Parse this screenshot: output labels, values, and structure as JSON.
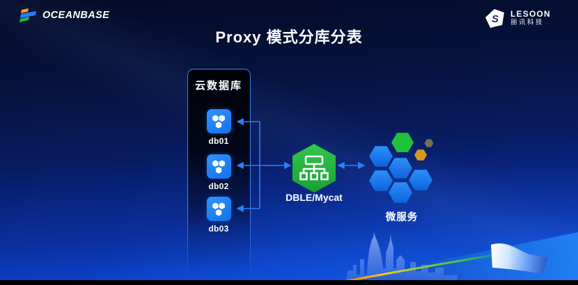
{
  "slide": {
    "title": "Proxy 模式分库分表"
  },
  "header": {
    "oceanbase": {
      "text": "OCEANBASE"
    },
    "lesoon": {
      "name": "LESOON",
      "subtitle": "丽讯科技",
      "glyph": "S"
    }
  },
  "diagram": {
    "cloud_panel": {
      "title": "云数据库",
      "databases": [
        "db01",
        "db02",
        "db03"
      ]
    },
    "proxy": {
      "label": "DBLE/Mycat"
    },
    "microservices": {
      "label": "微服务"
    }
  },
  "icons": {
    "oceanbase_mark": "three-layer-flag",
    "lesoon_mark": "folded-s-arrow",
    "database": "hexagon-cluster-in-blue-square",
    "proxy": "org-chart-tree-in-green-hexagon",
    "microservices": "honeycomb-hexagon-cluster"
  },
  "colors": {
    "arrow_blue": "#2d7ff7",
    "db_icon_blue": "#1f7ef3",
    "proxy_green": "#27b53e",
    "hex_blue": "#1a7af0",
    "hex_green": "#1ec23a",
    "hex_orange": "#d6991f",
    "hex_gray": "#7b6a58",
    "background_top": "#030a24",
    "background_bottom": "#0d52e2"
  }
}
